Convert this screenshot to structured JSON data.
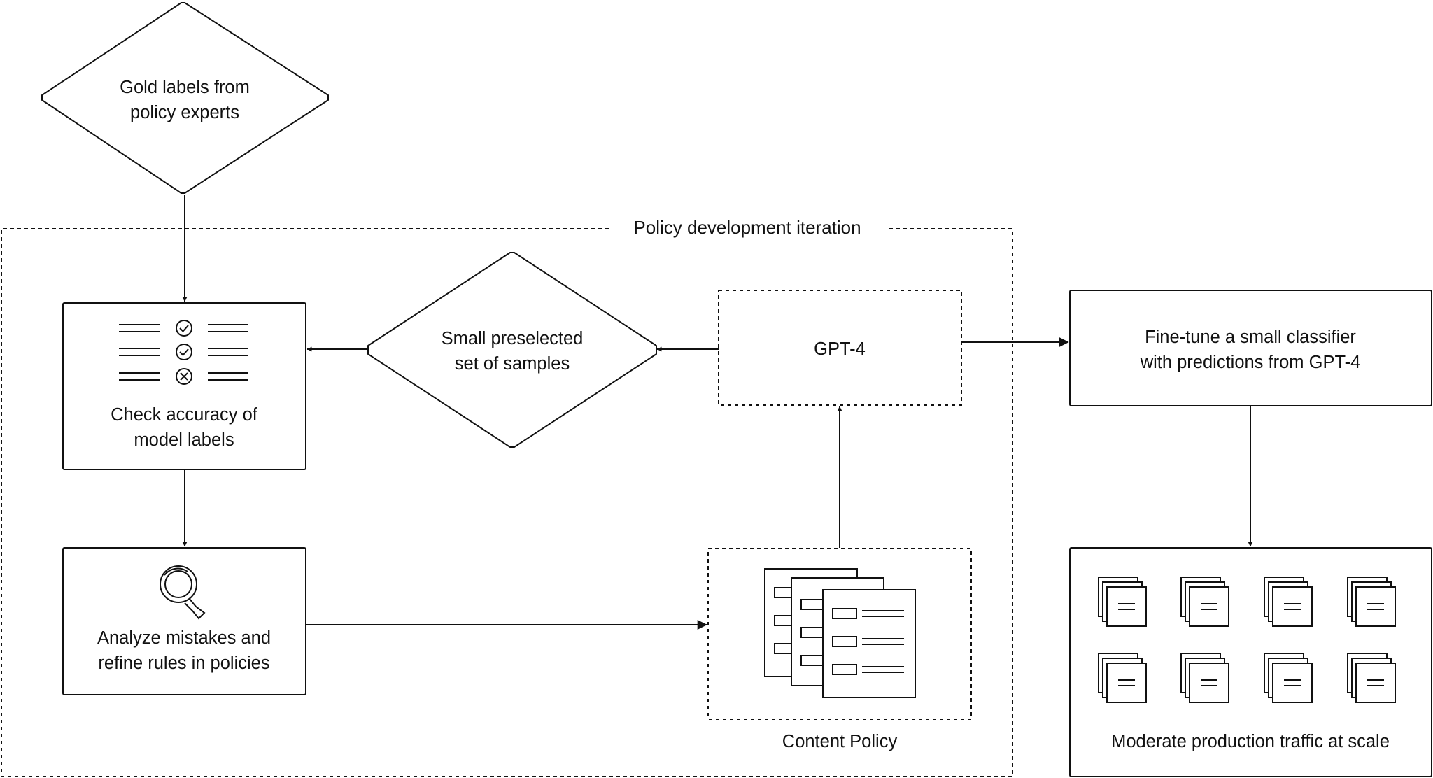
{
  "diagram": {
    "gold_labels": {
      "line1": "Gold labels from",
      "line2": "policy experts"
    },
    "iteration_title": "Policy development iteration",
    "check_accuracy": {
      "line1": "Check accuracy of",
      "line2": "model labels"
    },
    "samples": {
      "line1": "Small preselected",
      "line2": "set of samples"
    },
    "gpt4": "GPT-4",
    "analyze": {
      "line1": "Analyze mistakes and",
      "line2": "refine rules in policies"
    },
    "content_policy": "Content Policy",
    "finetune": {
      "line1": "Fine-tune a small classifier",
      "line2": "with predictions from GPT-4"
    },
    "moderate": "Moderate production traffic at scale",
    "icons": {
      "checklist": "checklist-icon",
      "magnifier": "magnifier-icon",
      "policy_docs": "policy-documents-icon",
      "traffic": "document-stack-icon"
    },
    "colors": {
      "stroke": "#111111",
      "background": "#ffffff"
    }
  }
}
